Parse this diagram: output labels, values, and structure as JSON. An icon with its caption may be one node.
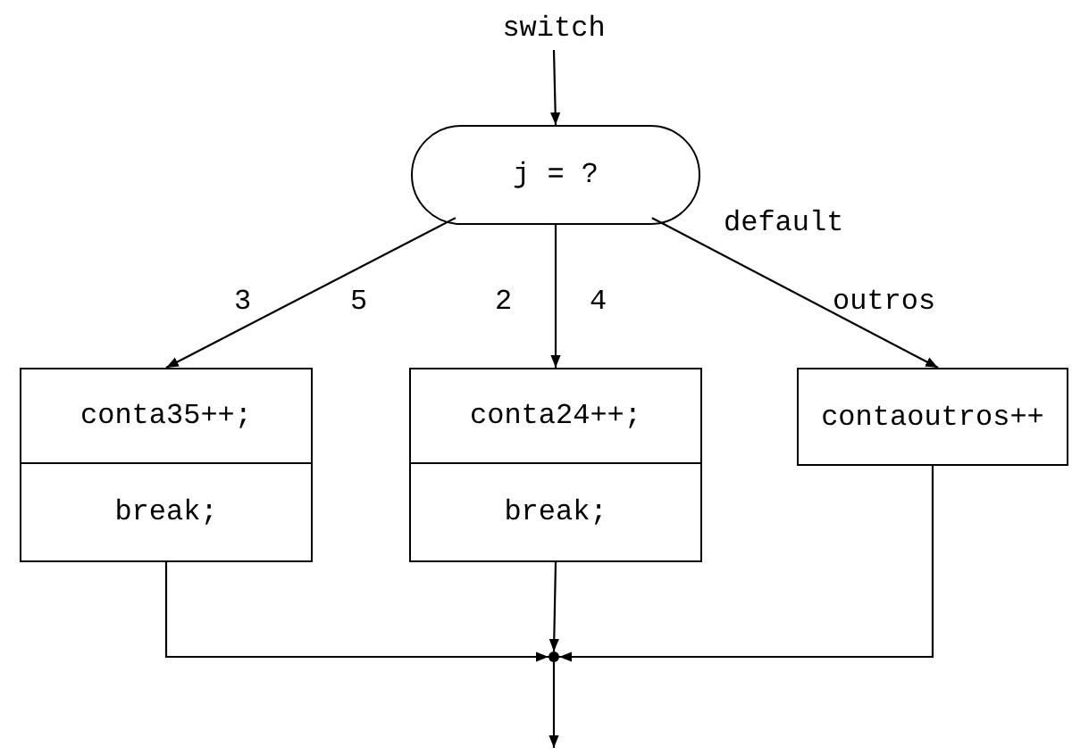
{
  "diagram": {
    "nodes": [
      {
        "text": [
          "switch"
        ]
      },
      {
        "text": [
          "j = ?"
        ]
      },
      {
        "text": [
          "conta35++;"
        ]
      },
      {
        "text": [
          "break;"
        ]
      },
      {
        "text": [
          "conta24++;"
        ]
      },
      {
        "text": [
          "break;"
        ]
      },
      {
        "text": [
          "contaoutros++"
        ]
      },
      {
        "text": [],
        "shape": "circle"
      }
    ],
    "edges": [
      {
        "from": 0,
        "to": 1,
        "arrow": "to"
      },
      {
        "from": 1,
        "to": 2,
        "arrow": "to"
      },
      {
        "from": 1,
        "to": 4,
        "arrow": "to"
      },
      {
        "from": 1,
        "to": 6,
        "arrow": "to"
      },
      {
        "from": 3,
        "to": 7,
        "arrow": "to"
      },
      {
        "from": 5,
        "to": 7,
        "arrow": "to"
      },
      {
        "from": 6,
        "to": 7,
        "arrow": "to"
      },
      {
        "from": 7,
        "to": null,
        "arrow": "to"
      }
    ],
    "labels": [
      "default",
      "3",
      "5",
      "2",
      "4",
      "outros"
    ]
  }
}
